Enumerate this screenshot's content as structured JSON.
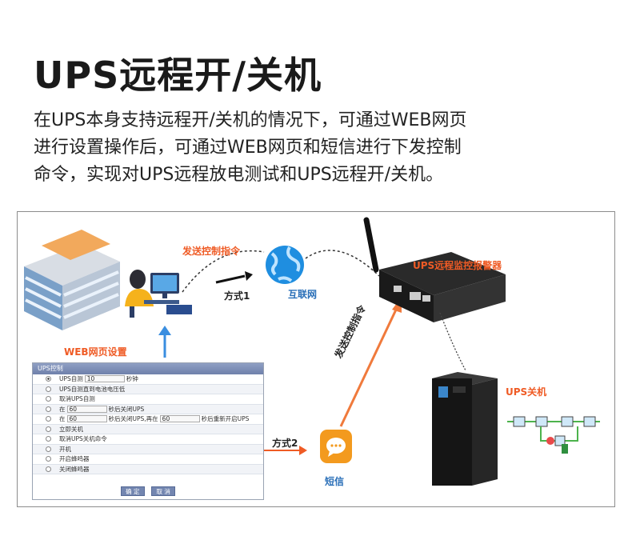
{
  "title": "UPS远程开/关机",
  "description_lines": [
    "在UPS本身支持远程开/关机的情况下，可通过WEB网页",
    "进行设置操作后，可通过WEB网页和短信进行下发控制",
    "命令，实现对UPS远程放电测试和UPS远程开/关机。"
  ],
  "diagram": {
    "send_command": "发送控制指令",
    "internet": "互联网",
    "method1": "方式1",
    "method2": "方式2",
    "web_settings": "WEB网页设置",
    "sms": "短信",
    "sms_send_command": "发送控制指令",
    "device_name": "UPS远程监控报警器",
    "ups_shutdown": "UPS关机",
    "colors": {
      "orange": "#ef5b25",
      "blue": "#2a6fb8",
      "accent_line": "#f07a3c"
    }
  },
  "panel": {
    "header": "UPS控制",
    "rows": [
      {
        "pre": "UPS自测",
        "v1": "10",
        "mid": "秒钟",
        "v2": "",
        "post": "",
        "selected": true
      },
      {
        "pre": "UPS自测直到电池电压低",
        "v1": "",
        "mid": "",
        "v2": "",
        "post": "",
        "selected": false
      },
      {
        "pre": "取消UPS自测",
        "v1": "",
        "mid": "",
        "v2": "",
        "post": "",
        "selected": false
      },
      {
        "pre": "在",
        "v1": "60",
        "mid": "秒后关闭UPS",
        "v2": "",
        "post": "",
        "selected": false
      },
      {
        "pre": "在",
        "v1": "60",
        "mid": "秒后关闭UPS,再在",
        "v2": "60",
        "post": "秒后重新开启UPS",
        "selected": false
      },
      {
        "pre": "立即关机",
        "v1": "",
        "mid": "",
        "v2": "",
        "post": "",
        "selected": false
      },
      {
        "pre": "取消UPS关机命令",
        "v1": "",
        "mid": "",
        "v2": "",
        "post": "",
        "selected": false
      },
      {
        "pre": "开机",
        "v1": "",
        "mid": "",
        "v2": "",
        "post": "",
        "selected": false
      },
      {
        "pre": "开启蜂鸣器",
        "v1": "",
        "mid": "",
        "v2": "",
        "post": "",
        "selected": false
      },
      {
        "pre": "关闭蜂鸣器",
        "v1": "",
        "mid": "",
        "v2": "",
        "post": "",
        "selected": false
      }
    ],
    "ok": "确 定",
    "cancel": "取 消"
  }
}
